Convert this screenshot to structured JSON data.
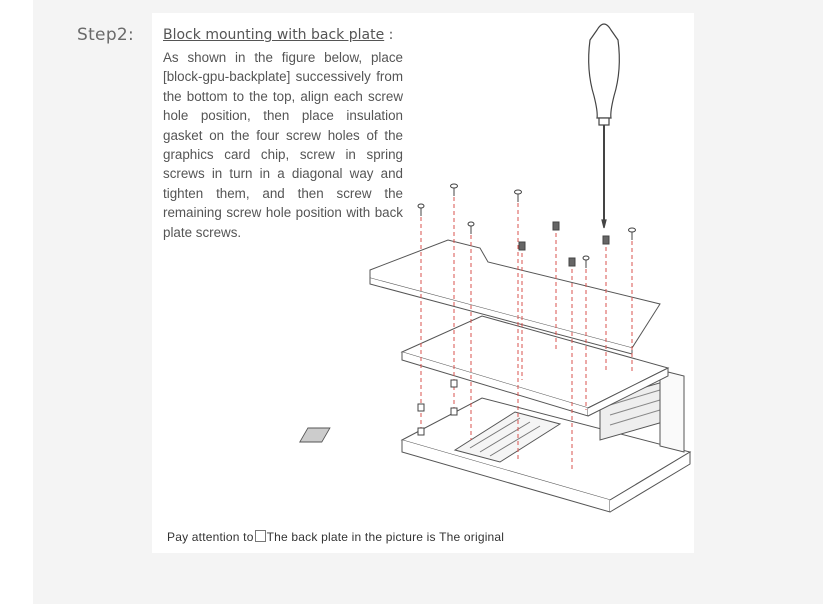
{
  "step": {
    "label": "Step2:"
  },
  "heading": {
    "title": "Block mounting with back plate",
    "suffix": " :"
  },
  "body_text": "As shown in the figure below, place [block-gpu-backplate]  successively from the bottom to the top, align each screw hole position, then place insulation gasket on the four screw holes of the graphics card chip, screw in spring screws in turn in a diagonal way and tighten them, and then screw the remaining screw hole position with back plate screws.",
  "note": {
    "prefix": "Pay attention to",
    "suffix": "The back plate in the picture is  The original"
  },
  "illustration": {
    "guide_color": "#d9534f",
    "tool_icon": "screwdriver-icon"
  }
}
